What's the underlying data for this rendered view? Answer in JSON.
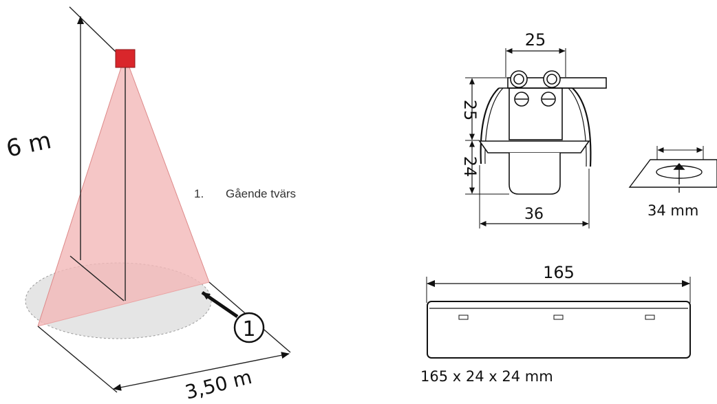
{
  "detection": {
    "height_label": "6 m",
    "diameter_label": "3,50 m",
    "marker_number": "1",
    "legend_number": "1.",
    "legend_text": "Gående tvärs",
    "colors": {
      "sensor": "#d9262b",
      "cone": "#f2b8b8",
      "floor": "#e4e4e4"
    }
  },
  "sensor_front": {
    "top_width": "25",
    "upper_height": "25",
    "lower_height": "24",
    "bottom_width": "36"
  },
  "cutout": {
    "label": "34 mm"
  },
  "profile": {
    "length": "165",
    "size_label": "165 x 24 x 24 mm"
  }
}
